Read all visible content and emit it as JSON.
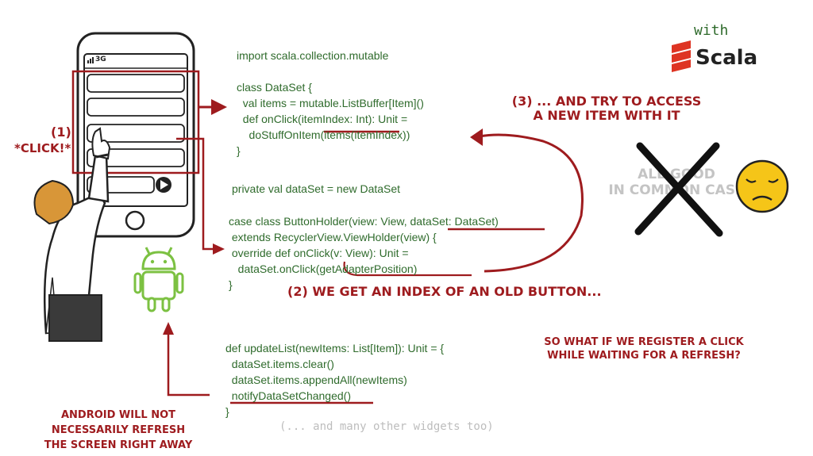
{
  "branding": {
    "with_label": "with",
    "scala_label": "Scala"
  },
  "phone": {
    "status": "3G"
  },
  "labels": {
    "step1_number": "(1)",
    "step1_click": "*CLICK!*",
    "step2": "(2) WE GET AN INDEX OF AN OLD BUTTON...",
    "step3_line1": "(3) ... AND TRY TO ACCESS",
    "step3_line2": "A NEW ITEM WITH IT",
    "all_good_line1": "ALL GOOD",
    "all_good_line2": "IN COMMON CASE",
    "question_line1": "SO WHAT IF WE REGISTER A CLICK",
    "question_line2": "WHILE WAITING FOR A REFRESH?",
    "android_line1": "ANDROID WILL NOT",
    "android_line2": "NECESSARILY REFRESH",
    "android_line3": "THE SCREEN RIGHT AWAY",
    "widgets_note": "(... and many other widgets too)"
  },
  "code": {
    "import_line": "import scala.collection.mutable",
    "dataset_block": [
      "class DataSet {",
      "  val items = mutable.ListBuffer[Item]()",
      "  def onClick(itemIndex: Int): Unit =",
      "    doStuffOnItem(items(itemIndex))",
      "}"
    ],
    "private_line": "private val dataSet = new DataSet",
    "holder_block": [
      "case class ButtonHolder(view: View, dataSet: DataSet)",
      " extends RecyclerView.ViewHolder(view) {",
      " override def onClick(v: View): Unit =",
      "   dataSet.onClick(getAdapterPosition)",
      "}"
    ],
    "update_block": [
      "def updateList(newItems: List[Item]): Unit = {",
      "  dataSet.items.clear()",
      "  dataSet.items.appendAll(newItems)",
      "  notifyDataSetChanged()",
      "}"
    ]
  },
  "colors": {
    "code_green": "#2f6b2c",
    "annotation_red": "#9e1b1e",
    "android_green": "#7cc142",
    "scala_red": "#de3423",
    "emoji_yellow": "#f5c518"
  }
}
